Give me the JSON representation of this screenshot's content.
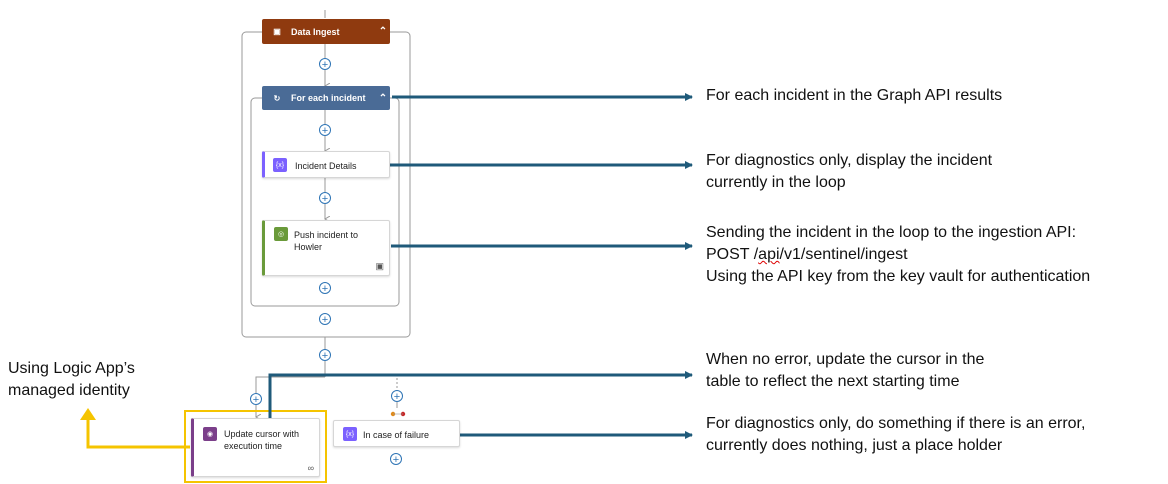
{
  "flow": {
    "data_ingest": "Data Ingest",
    "for_each": "For each incident",
    "incident_details": "Incident Details",
    "push_incident": [
      "Push incident to",
      "Howler"
    ],
    "update_cursor": [
      "Update cursor with",
      "execution time"
    ],
    "in_case_of_failure": "In case of failure"
  },
  "annotations": {
    "for_each": "For each incident in the Graph API results",
    "diagnostics": [
      "For diagnostics only, display the incident",
      "currently in the loop"
    ],
    "sending": {
      "line1": "Sending the incident in the loop to the ingestion API:",
      "line2_prefix": "POST /",
      "line2_wavy": "api",
      "line2_suffix": "/v1/sentinel/ingest",
      "line3": "Using the API key from the key vault for authentication"
    },
    "no_error": [
      "When no error, update the cursor in the",
      "table to reflect the next starting time"
    ],
    "failure": [
      "For diagnostics only, do something if there is an error,",
      "currently does nothing, just a place holder"
    ],
    "managed_identity": [
      "Using Logic App’s",
      "managed identity"
    ]
  },
  "colors": {
    "data_ingest": "#8f3a0f",
    "for_each": "#4a6b96",
    "variable_icon": "#7b61ff",
    "howler_bar": "#6a9a3a",
    "arrow": "#1f5a7a",
    "highlight": "#f5c400"
  }
}
